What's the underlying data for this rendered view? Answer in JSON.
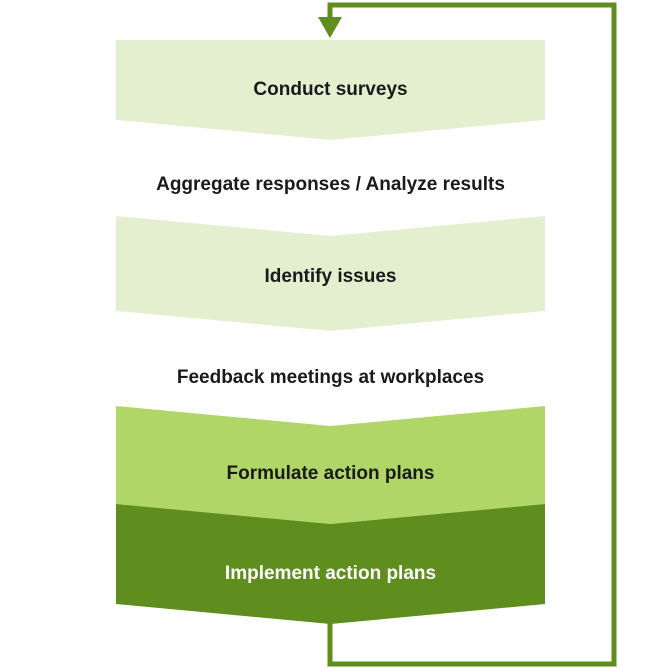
{
  "diagram": {
    "steps": [
      {
        "label": "Conduct surveys",
        "fill": "#e3efcf",
        "text_color": "#1a1a1a"
      },
      {
        "label": "Aggregate responses / Analyze results",
        "fill": "#ffffff",
        "text_color": "#1a1a1a"
      },
      {
        "label": "Identify issues",
        "fill": "#e3efcf",
        "text_color": "#1a1a1a"
      },
      {
        "label": "Feedback meetings at workplaces",
        "fill": "#ffffff",
        "text_color": "#1a1a1a"
      },
      {
        "label": "Formulate action plans",
        "fill": "#afd667",
        "text_color": "#1a1a1a"
      },
      {
        "label": "Implement action plans",
        "fill": "#5f8d1e",
        "text_color": "#ffffff"
      }
    ],
    "loop_color": "#5f8d1e"
  }
}
